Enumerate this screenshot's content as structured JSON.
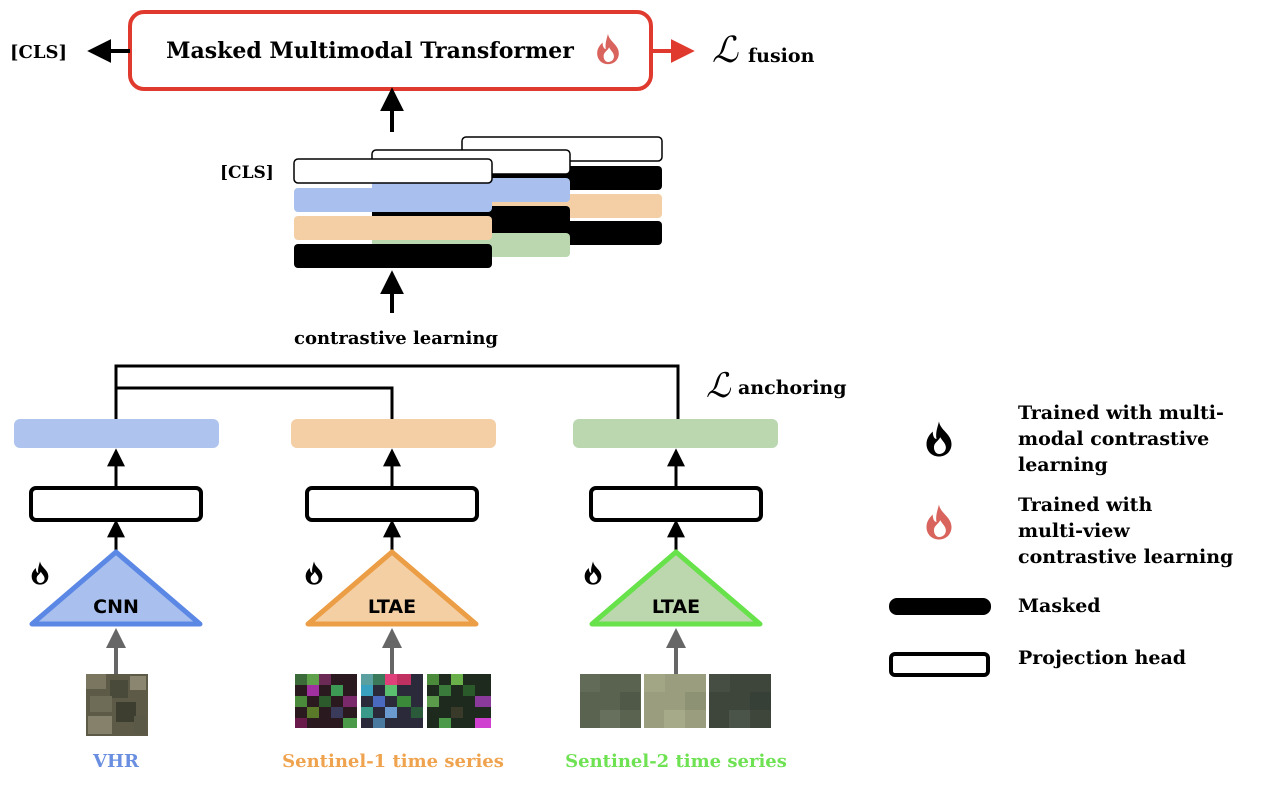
{
  "top": {
    "title": "Masked Multimodal Transformer",
    "cls_out": "[CLS]",
    "loss_fusion_symbol": "ℒ",
    "loss_fusion_sub": "fusion"
  },
  "tokens": {
    "cls_label": "[CLS]",
    "contrastive_label": "contrastive learning"
  },
  "anchoring": {
    "symbol": "ℒ",
    "sub": "anchoring"
  },
  "branches": [
    {
      "encoder": "CNN",
      "input_label": "VHR",
      "color": "#5b87e5",
      "fill": "#a9c0ef",
      "head_color": "#aec4ee",
      "label_color": "#6a8fe0"
    },
    {
      "encoder": "LTAE",
      "input_label": "Sentinel-1 time series",
      "color": "#eb9e45",
      "fill": "#f5cfa4",
      "head_color": "#f4cfa6",
      "label_color": "#f0a34e"
    },
    {
      "encoder": "LTAE",
      "input_label": "Sentinel-2 time series",
      "color": "#67e24a",
      "fill": "#bcd7ae",
      "head_color": "#bad7b0",
      "label_color": "#6fe253"
    }
  ],
  "legend": {
    "items": [
      {
        "icon": "flame-black-icon",
        "lines": [
          "Trained with multi-",
          "modal contrastive",
          "learning"
        ]
      },
      {
        "icon": "flame-red-icon",
        "lines": [
          "Trained with",
          "multi-view",
          "contrastive learning"
        ]
      },
      {
        "icon": "masked-bar-icon",
        "lines": [
          "Masked"
        ]
      },
      {
        "icon": "projection-head-icon",
        "lines": [
          "Projection head"
        ]
      }
    ]
  },
  "colors": {
    "transformer_border": "#e03a2e",
    "arrow_red": "#e03a2e",
    "flame_red": "#d9645e",
    "blue_token": "#a9c0ef",
    "orange_token": "#f4cfa6",
    "green_token": "#bad7b0"
  }
}
